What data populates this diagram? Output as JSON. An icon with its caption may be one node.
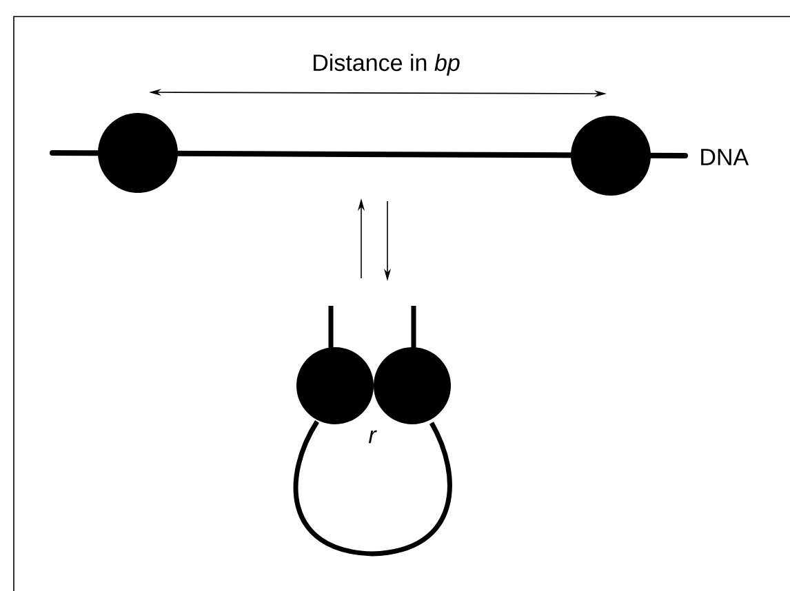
{
  "diagram": {
    "labels": [
      "Distance in *bp*",
      "DNA",
      "r"
    ]
  }
}
